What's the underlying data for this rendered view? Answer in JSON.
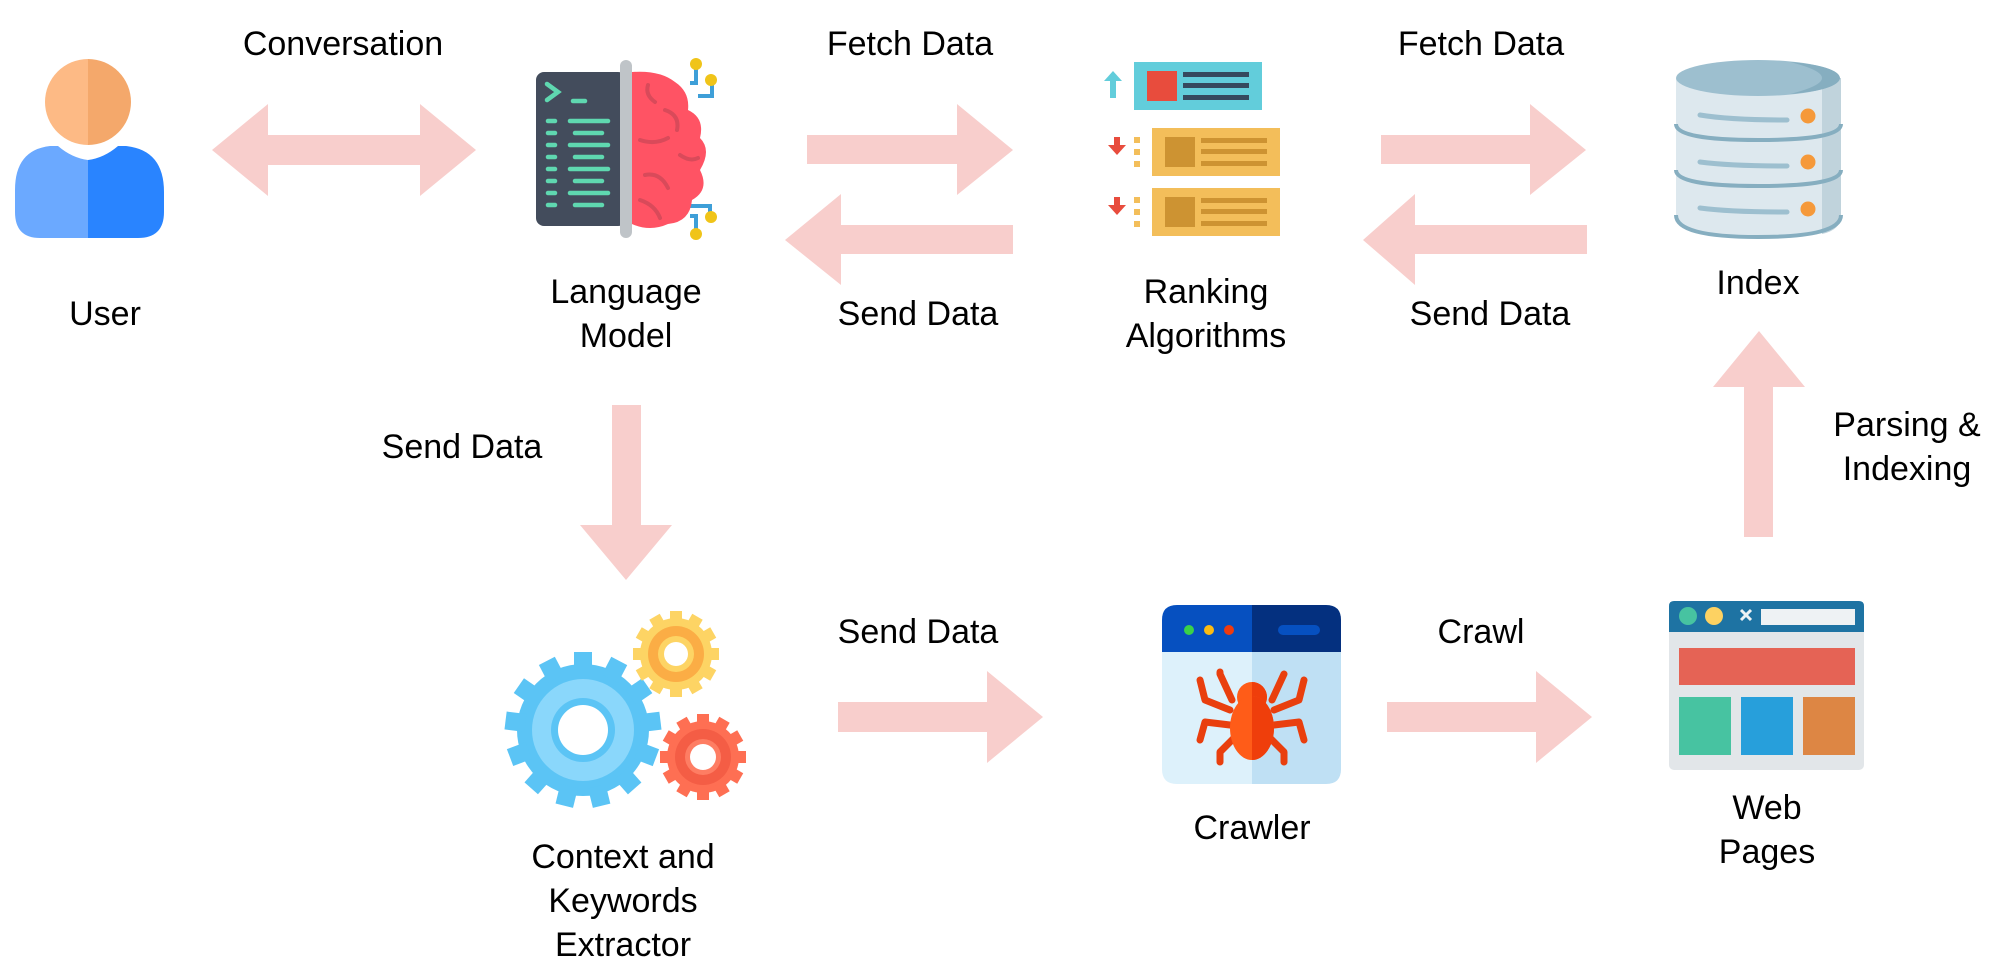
{
  "diagram": {
    "arrow_color": "#f8cecc",
    "nodes": {
      "user": {
        "label": [
          "User"
        ],
        "icon": "user-icon"
      },
      "language_model": {
        "label": [
          "Language",
          "Model"
        ],
        "icon": "brain-terminal-icon"
      },
      "ranking": {
        "label": [
          "Ranking",
          "Algorithms"
        ],
        "icon": "ranking-list-icon"
      },
      "index": {
        "label": [
          "Index"
        ],
        "icon": "database-icon"
      },
      "extractor": {
        "label": [
          "Context and",
          "Keywords",
          "Extractor"
        ],
        "icon": "gears-icon"
      },
      "crawler": {
        "label": [
          "Crawler"
        ],
        "icon": "spider-browser-icon"
      },
      "web_pages": {
        "label": [
          "Web",
          "Pages"
        ],
        "icon": "web-page-icon"
      }
    },
    "edges": [
      {
        "from": "user",
        "to": "language_model",
        "label": "Conversation",
        "direction": "both"
      },
      {
        "from": "language_model",
        "to": "ranking",
        "label": "Fetch Data",
        "direction": "forward"
      },
      {
        "from": "ranking",
        "to": "language_model",
        "label": "Send Data",
        "direction": "forward"
      },
      {
        "from": "ranking",
        "to": "index",
        "label": "Fetch Data",
        "direction": "forward"
      },
      {
        "from": "index",
        "to": "ranking",
        "label": "Send Data",
        "direction": "forward"
      },
      {
        "from": "language_model",
        "to": "extractor",
        "label": "Send Data",
        "direction": "forward"
      },
      {
        "from": "extractor",
        "to": "crawler",
        "label": "Send Data",
        "direction": "forward"
      },
      {
        "from": "crawler",
        "to": "web_pages",
        "label": "Crawl",
        "direction": "forward"
      },
      {
        "from": "web_pages",
        "to": "index",
        "label": [
          "Parsing &",
          "Indexing"
        ],
        "direction": "forward"
      }
    ]
  }
}
